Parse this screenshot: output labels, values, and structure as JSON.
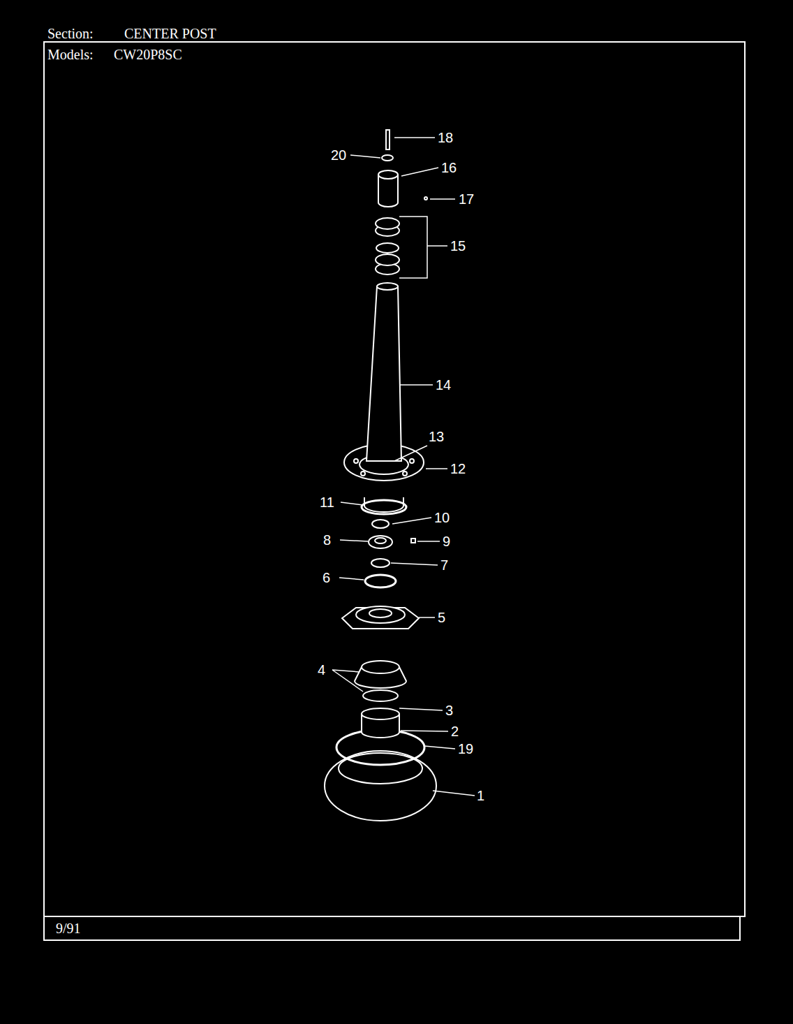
{
  "diagram": {
    "labels": [
      "Section:",
      "CENTER POST",
      "Models:",
      "CW20P8SC",
      "18",
      "20",
      "16",
      "17",
      "15",
      "14",
      "13",
      "12",
      "11",
      "10",
      "8",
      "9",
      "7",
      "6",
      "5",
      "4",
      "3",
      "2",
      "19",
      "1",
      "9/91"
    ]
  }
}
